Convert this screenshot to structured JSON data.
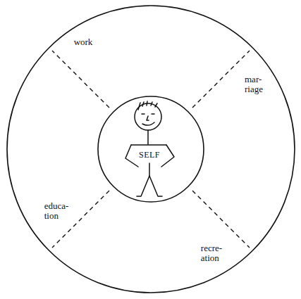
{
  "diagram": {
    "nodes": [
      {
        "text": [
          "work",
          "mar- riage",
          "educa- tion",
          "recre- ation"
        ]
      },
      {
        "text": [
          "SELF"
        ],
        "in": 0
      }
    ]
  }
}
